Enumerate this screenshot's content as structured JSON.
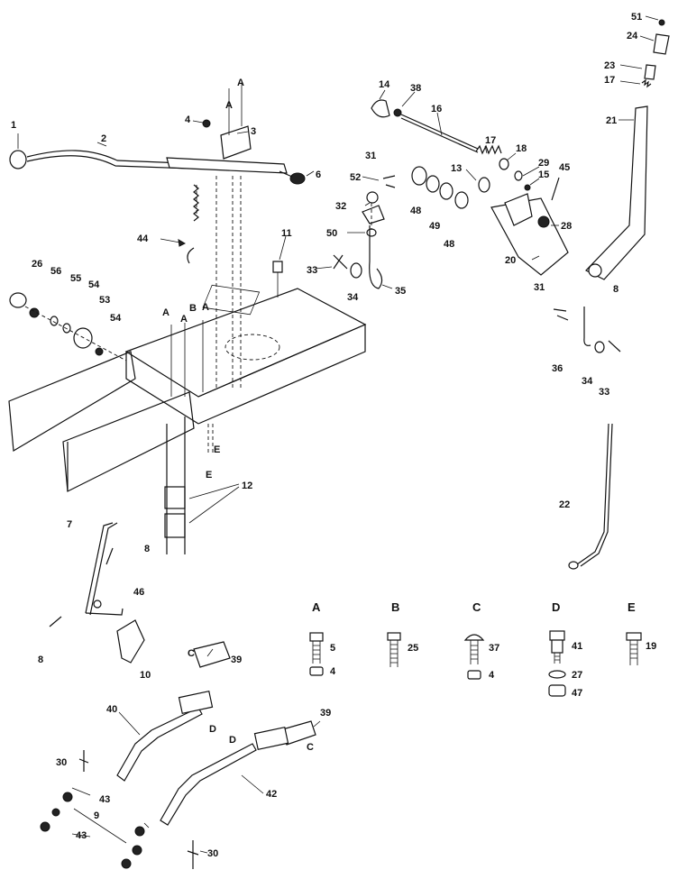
{
  "callouts": {
    "c1": "1",
    "c2": "2",
    "c3": "3",
    "c4": "4",
    "c6": "6",
    "c8a": "8",
    "c8b": "8",
    "c8c": "8",
    "c7": "7",
    "c9": "9",
    "c10": "10",
    "c11": "11",
    "c12": "12",
    "c13": "13",
    "c14": "14",
    "c15": "15",
    "c16": "16",
    "c17a": "17",
    "c17b": "17",
    "c18": "18",
    "c20": "20",
    "c21": "21",
    "c22": "22",
    "c23": "23",
    "c24": "24",
    "c26": "26",
    "c28": "28",
    "c29": "29",
    "c30a": "30",
    "c30b": "30",
    "c31a": "31",
    "c31b": "31",
    "c32": "32",
    "c33a": "33",
    "c33b": "33",
    "c34a": "34",
    "c34b": "34",
    "c35": "35",
    "c36": "36",
    "c38": "38",
    "c39a": "39",
    "c39b": "39",
    "c40": "40",
    "c42": "42",
    "c43a": "43",
    "c43b": "43",
    "c44": "44",
    "c45": "45",
    "c46": "46",
    "c48a": "48",
    "c48b": "48",
    "c49": "49",
    "c50": "50",
    "c51": "51",
    "c52": "52",
    "c53": "53",
    "c54a": "54",
    "c54b": "54",
    "c55": "55",
    "c56": "56",
    "refA1": "A",
    "refA2": "A",
    "refA3": "A",
    "refA4": "A",
    "refA5": "A",
    "refB": "B",
    "refE1": "E",
    "refE2": "E",
    "refC1": "C",
    "refC2": "C",
    "refD1": "D",
    "refD2": "D"
  },
  "legend": [
    {
      "letter": "A",
      "parts": [
        "5",
        "4"
      ]
    },
    {
      "letter": "B",
      "parts": [
        "25"
      ]
    },
    {
      "letter": "C",
      "parts": [
        "37",
        "4"
      ]
    },
    {
      "letter": "D",
      "parts": [
        "41",
        "27",
        "47"
      ]
    },
    {
      "letter": "E",
      "parts": [
        "19"
      ]
    }
  ]
}
